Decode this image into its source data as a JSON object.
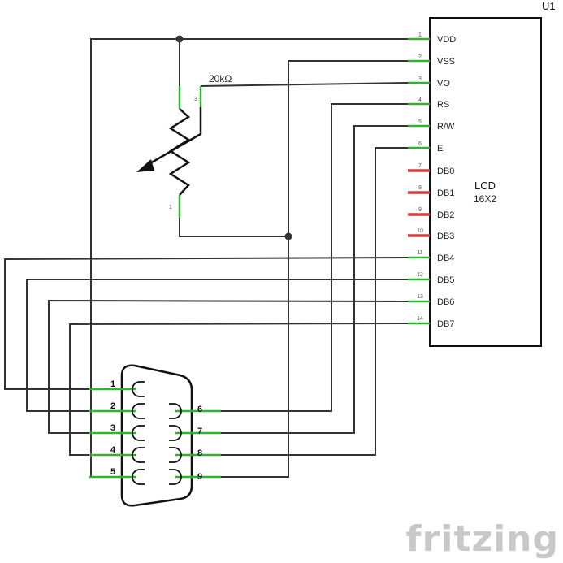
{
  "lcd": {
    "ref": "U1",
    "title": "LCD",
    "subtitle": "16X2",
    "pins": [
      {
        "num": "1",
        "name": "VDD"
      },
      {
        "num": "2",
        "name": "VSS"
      },
      {
        "num": "3",
        "name": "VO"
      },
      {
        "num": "4",
        "name": "RS"
      },
      {
        "num": "5",
        "name": "R/W"
      },
      {
        "num": "6",
        "name": "E"
      },
      {
        "num": "7",
        "name": "DB0"
      },
      {
        "num": "8",
        "name": "DB1"
      },
      {
        "num": "9",
        "name": "DB2"
      },
      {
        "num": "10",
        "name": "DB3"
      },
      {
        "num": "11",
        "name": "DB4"
      },
      {
        "num": "12",
        "name": "DB5"
      },
      {
        "num": "13",
        "name": "DB6"
      },
      {
        "num": "14",
        "name": "DB7"
      }
    ]
  },
  "potentiometer": {
    "value": "20kΩ",
    "pin_wiper": "3",
    "pin_bottom": "1"
  },
  "db9": {
    "pins": [
      "1",
      "2",
      "3",
      "4",
      "5",
      "6",
      "7",
      "8",
      "9"
    ]
  },
  "colors": {
    "wire": "#333333",
    "pin_connected": "#2db52d",
    "pin_unconnected": "#d63c3c",
    "logo": "#c8c8c8"
  },
  "logo": {
    "text": "fritzing"
  }
}
